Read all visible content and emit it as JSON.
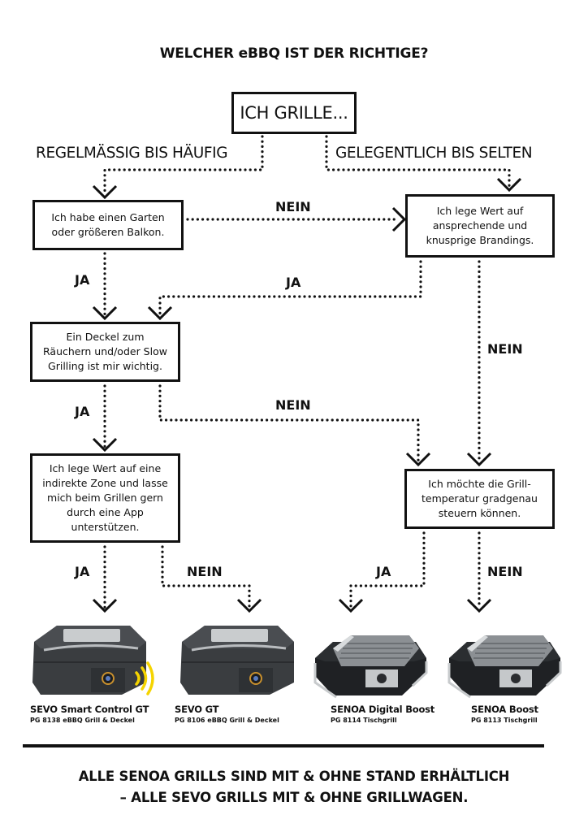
{
  "title": "WELCHER eBBQ IST DER RICHTIGE?",
  "start": {
    "label": "ICH GRILLE..."
  },
  "branches": {
    "left": "REGELMÄSSIG BIS HÄUFIG",
    "right": "GELEGENTLICH BIS SELTEN"
  },
  "questions": {
    "garden": "Ich habe einen Garten oder größeren Balkon.",
    "brandings": "Ich lege Wert auf ansprechende und knusprige Brandings.",
    "lid": "Ein Deckel zum Räuchern und/oder Slow Grilling ist mir wichtig.",
    "app": "Ich lege Wert auf eine indirekte Zone und lasse mich beim Grillen gern durch eine App unterstützen.",
    "temperature": "Ich möchte die Grill-temperatur gradgenau steuern können."
  },
  "answers": {
    "yes": "JA",
    "no": "NEIN"
  },
  "products": [
    {
      "name": "SEVO Smart Control GT",
      "sub": "PG 8138 eBBQ Grill & Deckel",
      "type": "sevo",
      "smart": true
    },
    {
      "name": "SEVO GT",
      "sub": "PG 8106 eBBQ Grill & Deckel",
      "type": "sevo",
      "smart": false
    },
    {
      "name": "SENOA Digital Boost",
      "sub": "PG 8114 Tischgrill",
      "type": "senoa",
      "smart": false
    },
    {
      "name": "SENOA Boost",
      "sub": "PG 8113 Tischgrill",
      "type": "senoa",
      "smart": false
    }
  ],
  "footer": {
    "line1": "ALLE SENOA GRILLS SIND MIT & OHNE STAND ERHÄLTLICH",
    "line2": "– ALLE SEVO GRILLS MIT & OHNE GRILLWAGEN."
  },
  "colors": {
    "ink": "#111111",
    "signal": "#f5d400",
    "grill_body": "#3a3d40",
    "accent_ring": "#c8902e"
  }
}
